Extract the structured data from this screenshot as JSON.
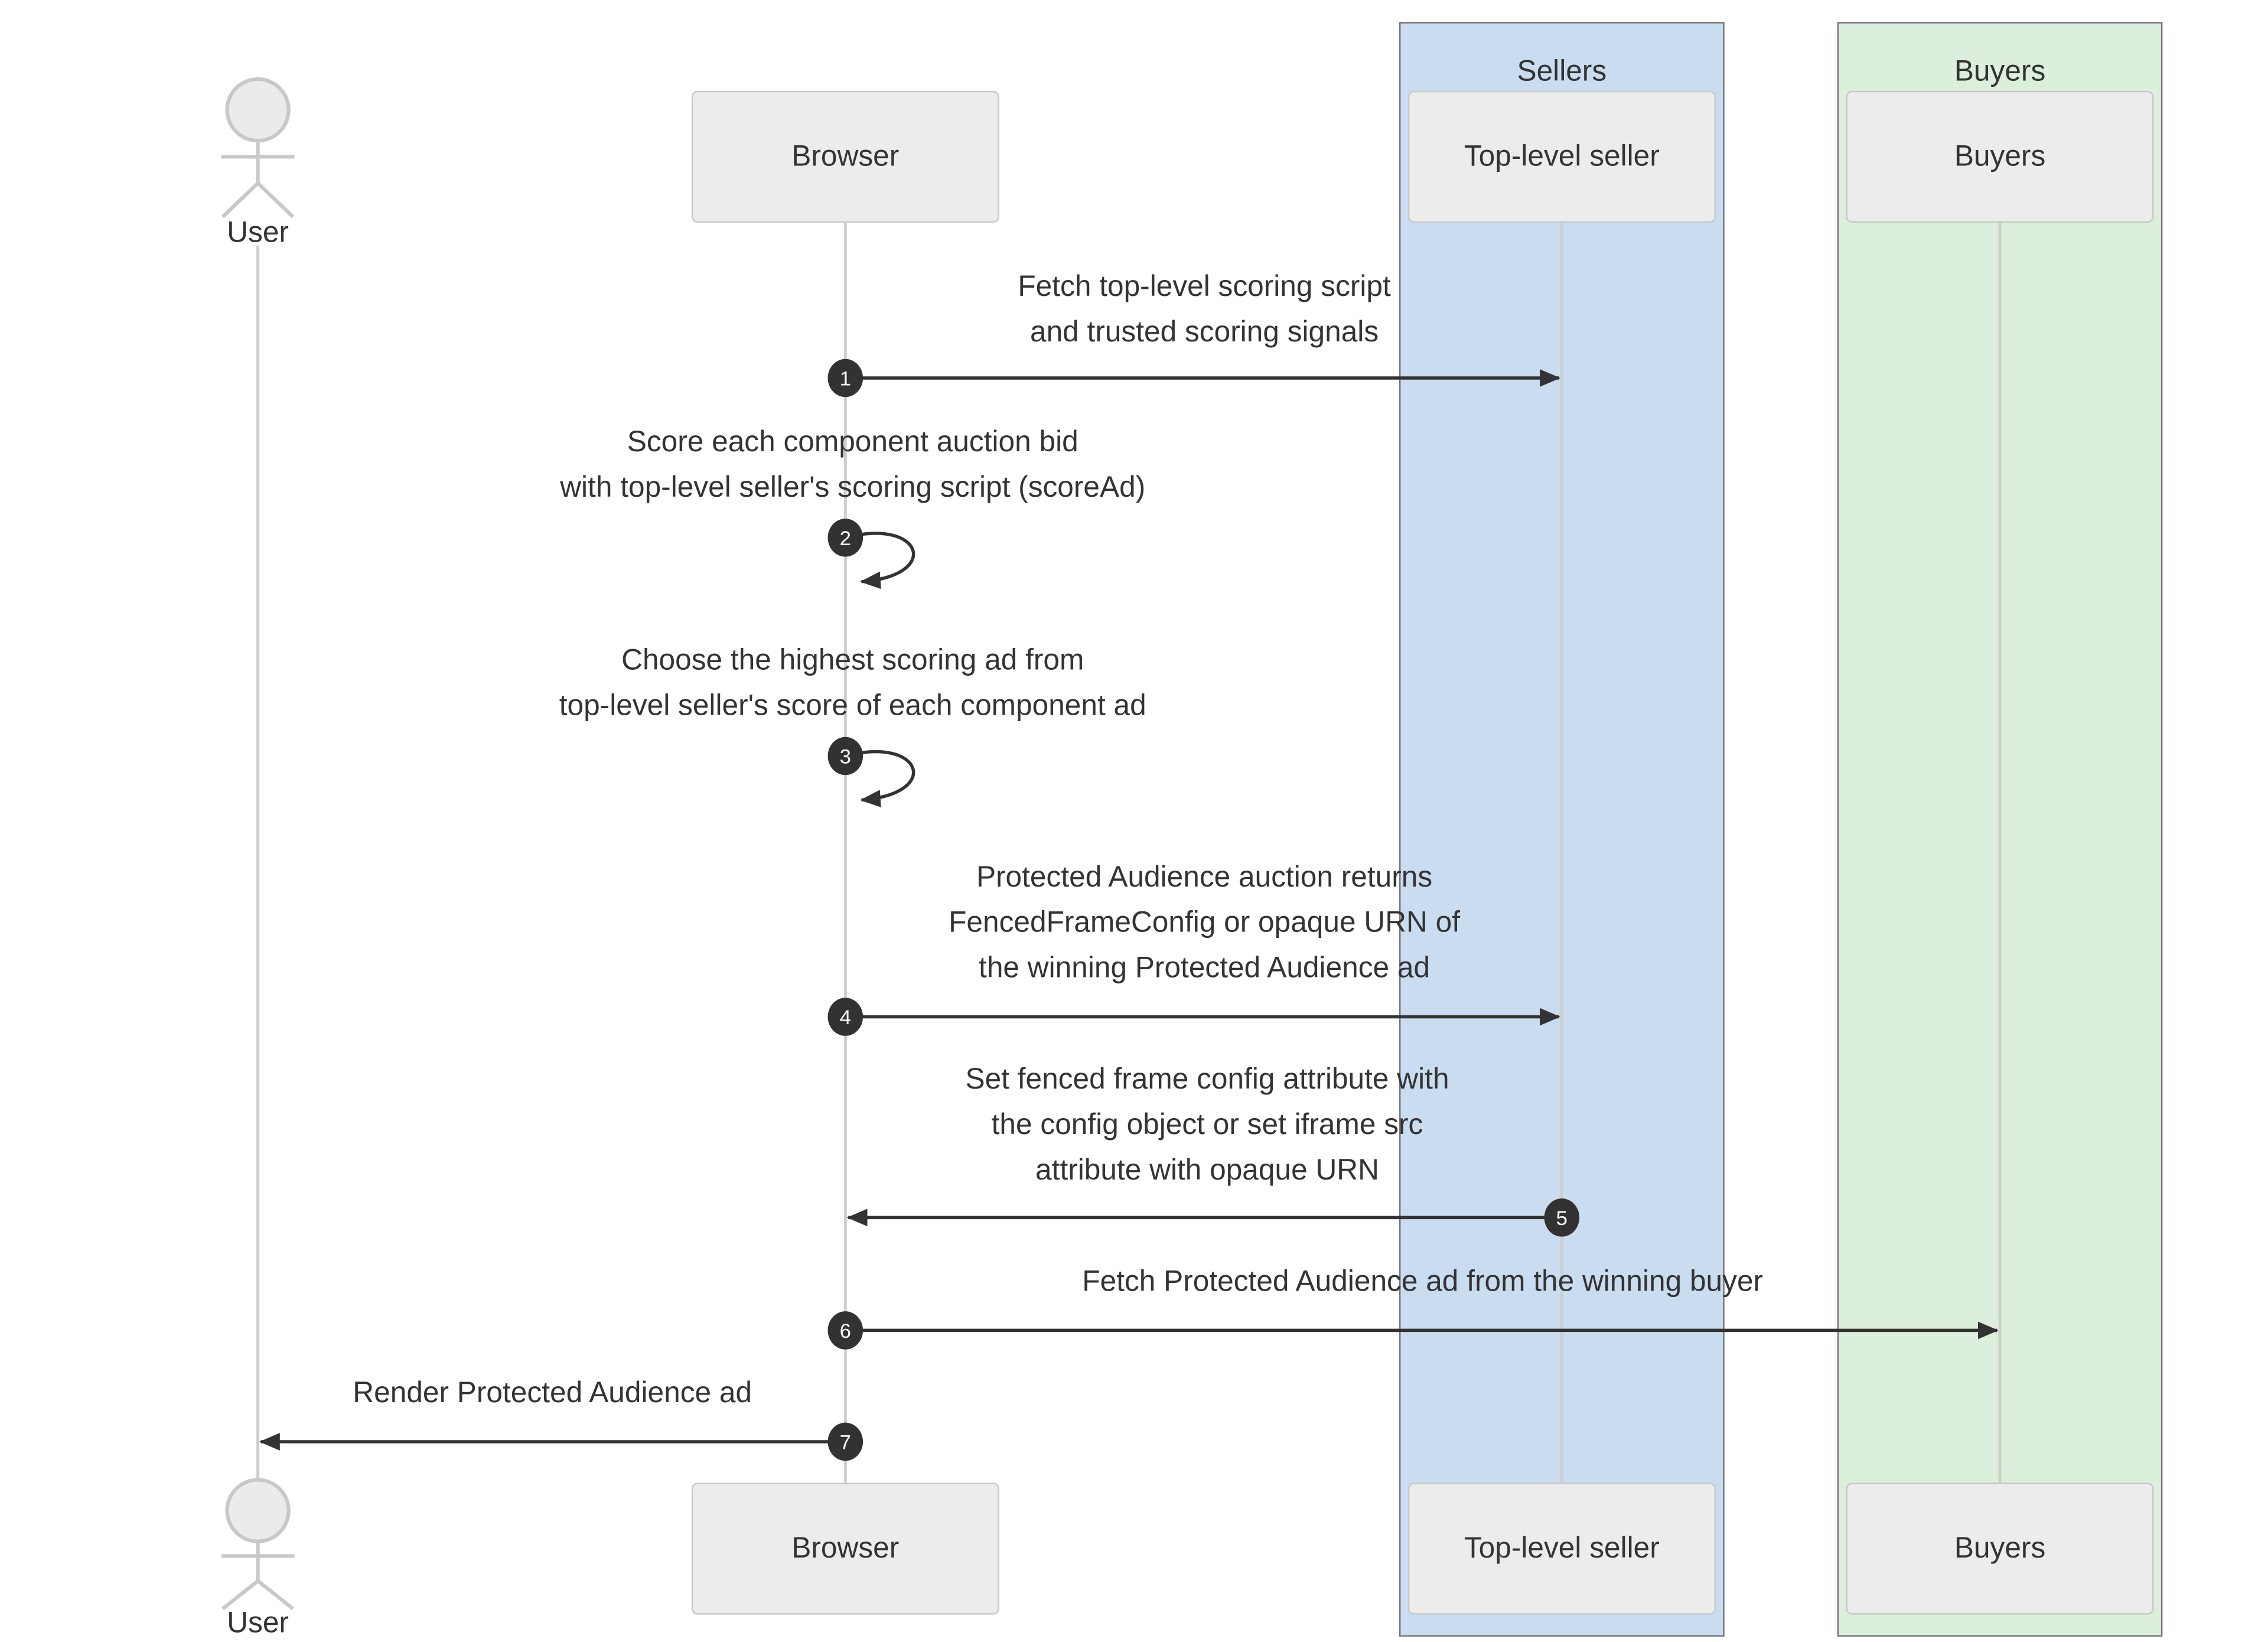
{
  "diagram_type": "sequence",
  "actor": {
    "label": "User"
  },
  "participants": [
    {
      "label": "Browser"
    },
    {
      "label": "Top-level seller",
      "group": "Sellers"
    },
    {
      "label": "Buyers",
      "group": "Buyers"
    }
  ],
  "groups": [
    {
      "label": "Sellers",
      "fill": "#c9dcf0"
    },
    {
      "label": "Buyers",
      "fill": "#dcefdc"
    }
  ],
  "messages": [
    {
      "num": "1",
      "from": "Browser",
      "to": "Top-level seller",
      "lines": [
        "Fetch top-level scoring script",
        "and trusted scoring signals"
      ]
    },
    {
      "num": "2",
      "from": "Browser",
      "to": "Browser",
      "lines": [
        "Score each component auction bid",
        "with top-level seller's scoring script (scoreAd)"
      ]
    },
    {
      "num": "3",
      "from": "Browser",
      "to": "Browser",
      "lines": [
        "Choose the highest scoring ad from",
        "top-level seller's score of each component ad"
      ]
    },
    {
      "num": "4",
      "from": "Browser",
      "to": "Top-level seller",
      "lines": [
        "Protected Audience auction returns",
        "FencedFrameConfig or opaque URN of",
        "the winning Protected Audience ad"
      ]
    },
    {
      "num": "5",
      "from": "Top-level seller",
      "to": "Browser",
      "lines": [
        "Set fenced frame config attribute with",
        "the config object or set iframe src",
        "attribute with opaque URN"
      ]
    },
    {
      "num": "6",
      "from": "Browser",
      "to": "Buyers",
      "lines": [
        "Fetch Protected Audience ad from the winning buyer"
      ]
    },
    {
      "num": "7",
      "from": "Browser",
      "to": "User",
      "lines": [
        "Render Protected Audience ad"
      ]
    }
  ],
  "colors": {
    "sellers_fill": "#c9dcf0",
    "buyers_fill": "#dcefdc",
    "participant_fill": "#ececec",
    "participant_border": "#c9c9c9",
    "group_border": "#777777",
    "lifeline": "#cecece",
    "arrow": "#333333",
    "number_badge": "#323232",
    "text": "#333333"
  }
}
